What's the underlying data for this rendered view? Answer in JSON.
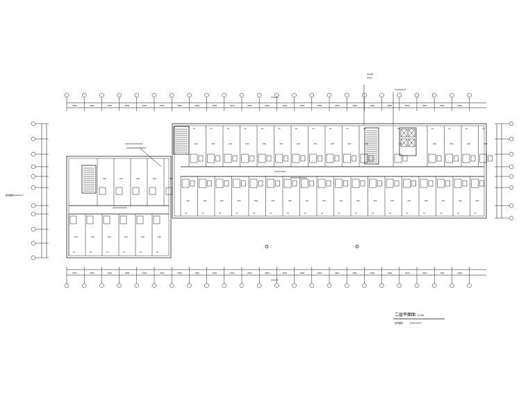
{
  "drawing": {
    "title": "二层平面图",
    "scale": "1:100",
    "note": "建筑面积",
    "note_value": "XXXX.XXm²",
    "left_annotation": "建筑面积XXXXXm²",
    "top_callout_1": "XXX管",
    "top_callout_2": "XXXX",
    "top_callout_3": "XXXXXXXX",
    "center_callout_1": "XXXXXXXX",
    "center_callout_2": "XXXXXX XXXXX",
    "left_callout_1": "XXXX XXXXXXXX",
    "left_callout_2": "XXXXXXXXX XXXX",
    "left_callout_3": "XXXXXXXXXX",
    "room_label": "XXX",
    "room_tag": "XX",
    "dim_total": "XXXXX",
    "dim_bay": "3900"
  },
  "colors": {
    "line": "#000000",
    "background": "#ffffff"
  }
}
